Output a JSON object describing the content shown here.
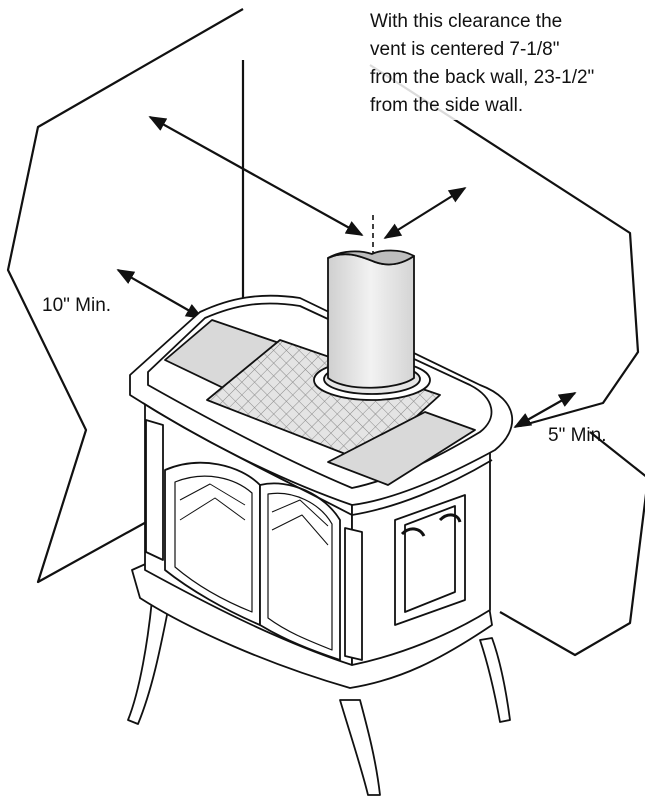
{
  "note": {
    "lines": [
      "With this clearance the",
      "vent is centered 7-1/8\"",
      "from the back wall, 23-1/2\"",
      "from the side wall."
    ]
  },
  "clearances": {
    "side": "10\" Min.",
    "back": "5\" Min."
  },
  "colors": {
    "stroke": "#111111",
    "panel": "#d9d9d9",
    "body": "#ffffff"
  }
}
